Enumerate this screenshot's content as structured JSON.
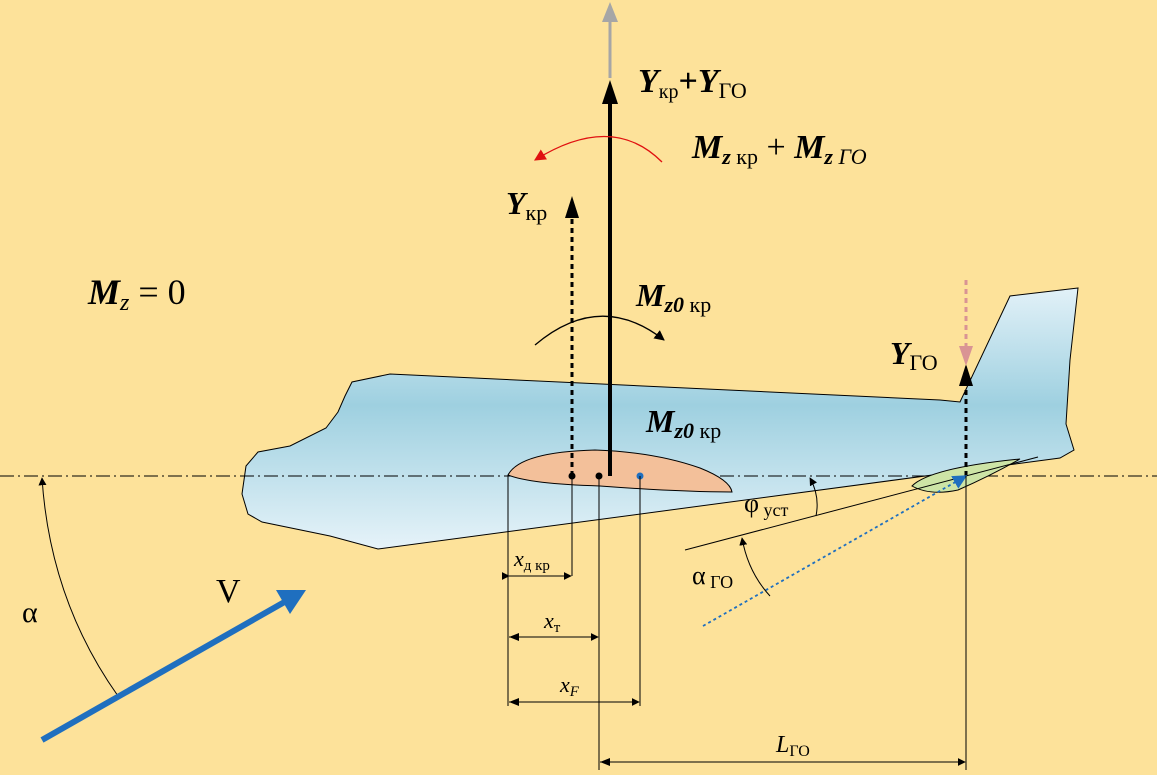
{
  "colors": {
    "background": "#FDE29A",
    "fuselage_fill_top": "#A9D7E5",
    "fuselage_fill_bottom": "#E2F1F8",
    "wing_fill": "#F3C09A",
    "tail_plane_fill": "#CDE4A6",
    "moment_arrow_red": "#E01010",
    "velocity_arrow": "#1F6FBF",
    "grey_arrow": "#A6A6A6",
    "pink_arrow": "#D99494"
  },
  "labels": {
    "y_sum": {
      "main1": "Y",
      "sub1": "кр",
      "plus": "+",
      "main2": "Y",
      "sub2": "ГО"
    },
    "mz_sum": {
      "main1": "M",
      "z1": "z",
      "sub1": " кр",
      "plus": " + ",
      "main2": "M",
      "z2": "z",
      "sub2": " ГО"
    },
    "y_wing": {
      "main": "Y",
      "sub": "кр"
    },
    "mz_zero": {
      "main": "M",
      "z": "z",
      "rest": " = 0"
    },
    "mz0_upper": {
      "main": "M",
      "z0": "z0",
      "sub": " кр"
    },
    "mz0_lower": {
      "main": "M",
      "z0": "z0",
      "sub": " кр"
    },
    "y_tail": {
      "main": "Y",
      "sub": "ГО"
    },
    "phi": {
      "main": "φ",
      "sub": " уст"
    },
    "alpha_tail": {
      "main": "α",
      "sub": " ГО"
    },
    "alpha": "α",
    "velocity": "V",
    "x_d": {
      "main": "x",
      "sub": "д кр"
    },
    "x_t": {
      "main": "x",
      "sub": "т"
    },
    "x_f": {
      "main": "x",
      "sub": "F"
    },
    "l_tail": {
      "main": "L",
      "sub": "ГО"
    }
  }
}
